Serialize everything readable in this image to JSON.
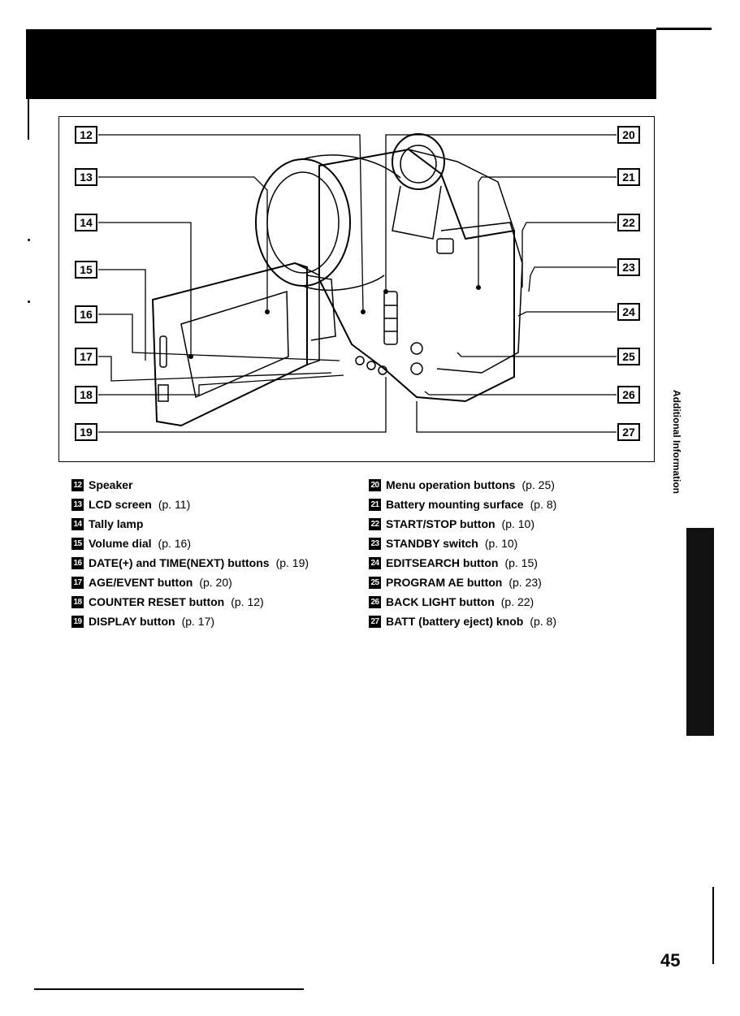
{
  "page_number": "45",
  "side_tab": {
    "label": "Additional Information"
  },
  "figure": {
    "left_callouts": [
      "12",
      "13",
      "14",
      "15",
      "16",
      "17",
      "18",
      "19"
    ],
    "right_callouts": [
      "20",
      "21",
      "22",
      "23",
      "24",
      "25",
      "26",
      "27"
    ]
  },
  "parts_left": [
    {
      "num": "12",
      "name": "Speaker",
      "page": ""
    },
    {
      "num": "13",
      "name": "LCD screen",
      "page": "(p. 11)"
    },
    {
      "num": "14",
      "name": "Tally lamp",
      "page": ""
    },
    {
      "num": "15",
      "name": "Volume dial",
      "page": "(p. 16)"
    },
    {
      "num": "16",
      "name": "DATE(+) and TIME(NEXT) buttons",
      "page": "(p. 19)"
    },
    {
      "num": "17",
      "name": "AGE/EVENT button",
      "page": "(p. 20)"
    },
    {
      "num": "18",
      "name": "COUNTER RESET button",
      "page": "(p. 12)"
    },
    {
      "num": "19",
      "name": "DISPLAY button",
      "page": "(p. 17)"
    }
  ],
  "parts_right": [
    {
      "num": "20",
      "name": "Menu operation buttons",
      "page": "(p. 25)"
    },
    {
      "num": "21",
      "name": "Battery mounting surface",
      "page": "(p. 8)"
    },
    {
      "num": "22",
      "name": "START/STOP button",
      "page": "(p. 10)"
    },
    {
      "num": "23",
      "name": "STANDBY switch",
      "page": "(p. 10)"
    },
    {
      "num": "24",
      "name": "EDITSEARCH button",
      "page": "(p. 15)"
    },
    {
      "num": "25",
      "name": "PROGRAM AE button",
      "page": "(p. 23)"
    },
    {
      "num": "26",
      "name": "BACK LIGHT button",
      "page": "(p. 22)"
    },
    {
      "num": "27",
      "name": "BATT (battery eject) knob",
      "page": "(p. 8)"
    }
  ]
}
